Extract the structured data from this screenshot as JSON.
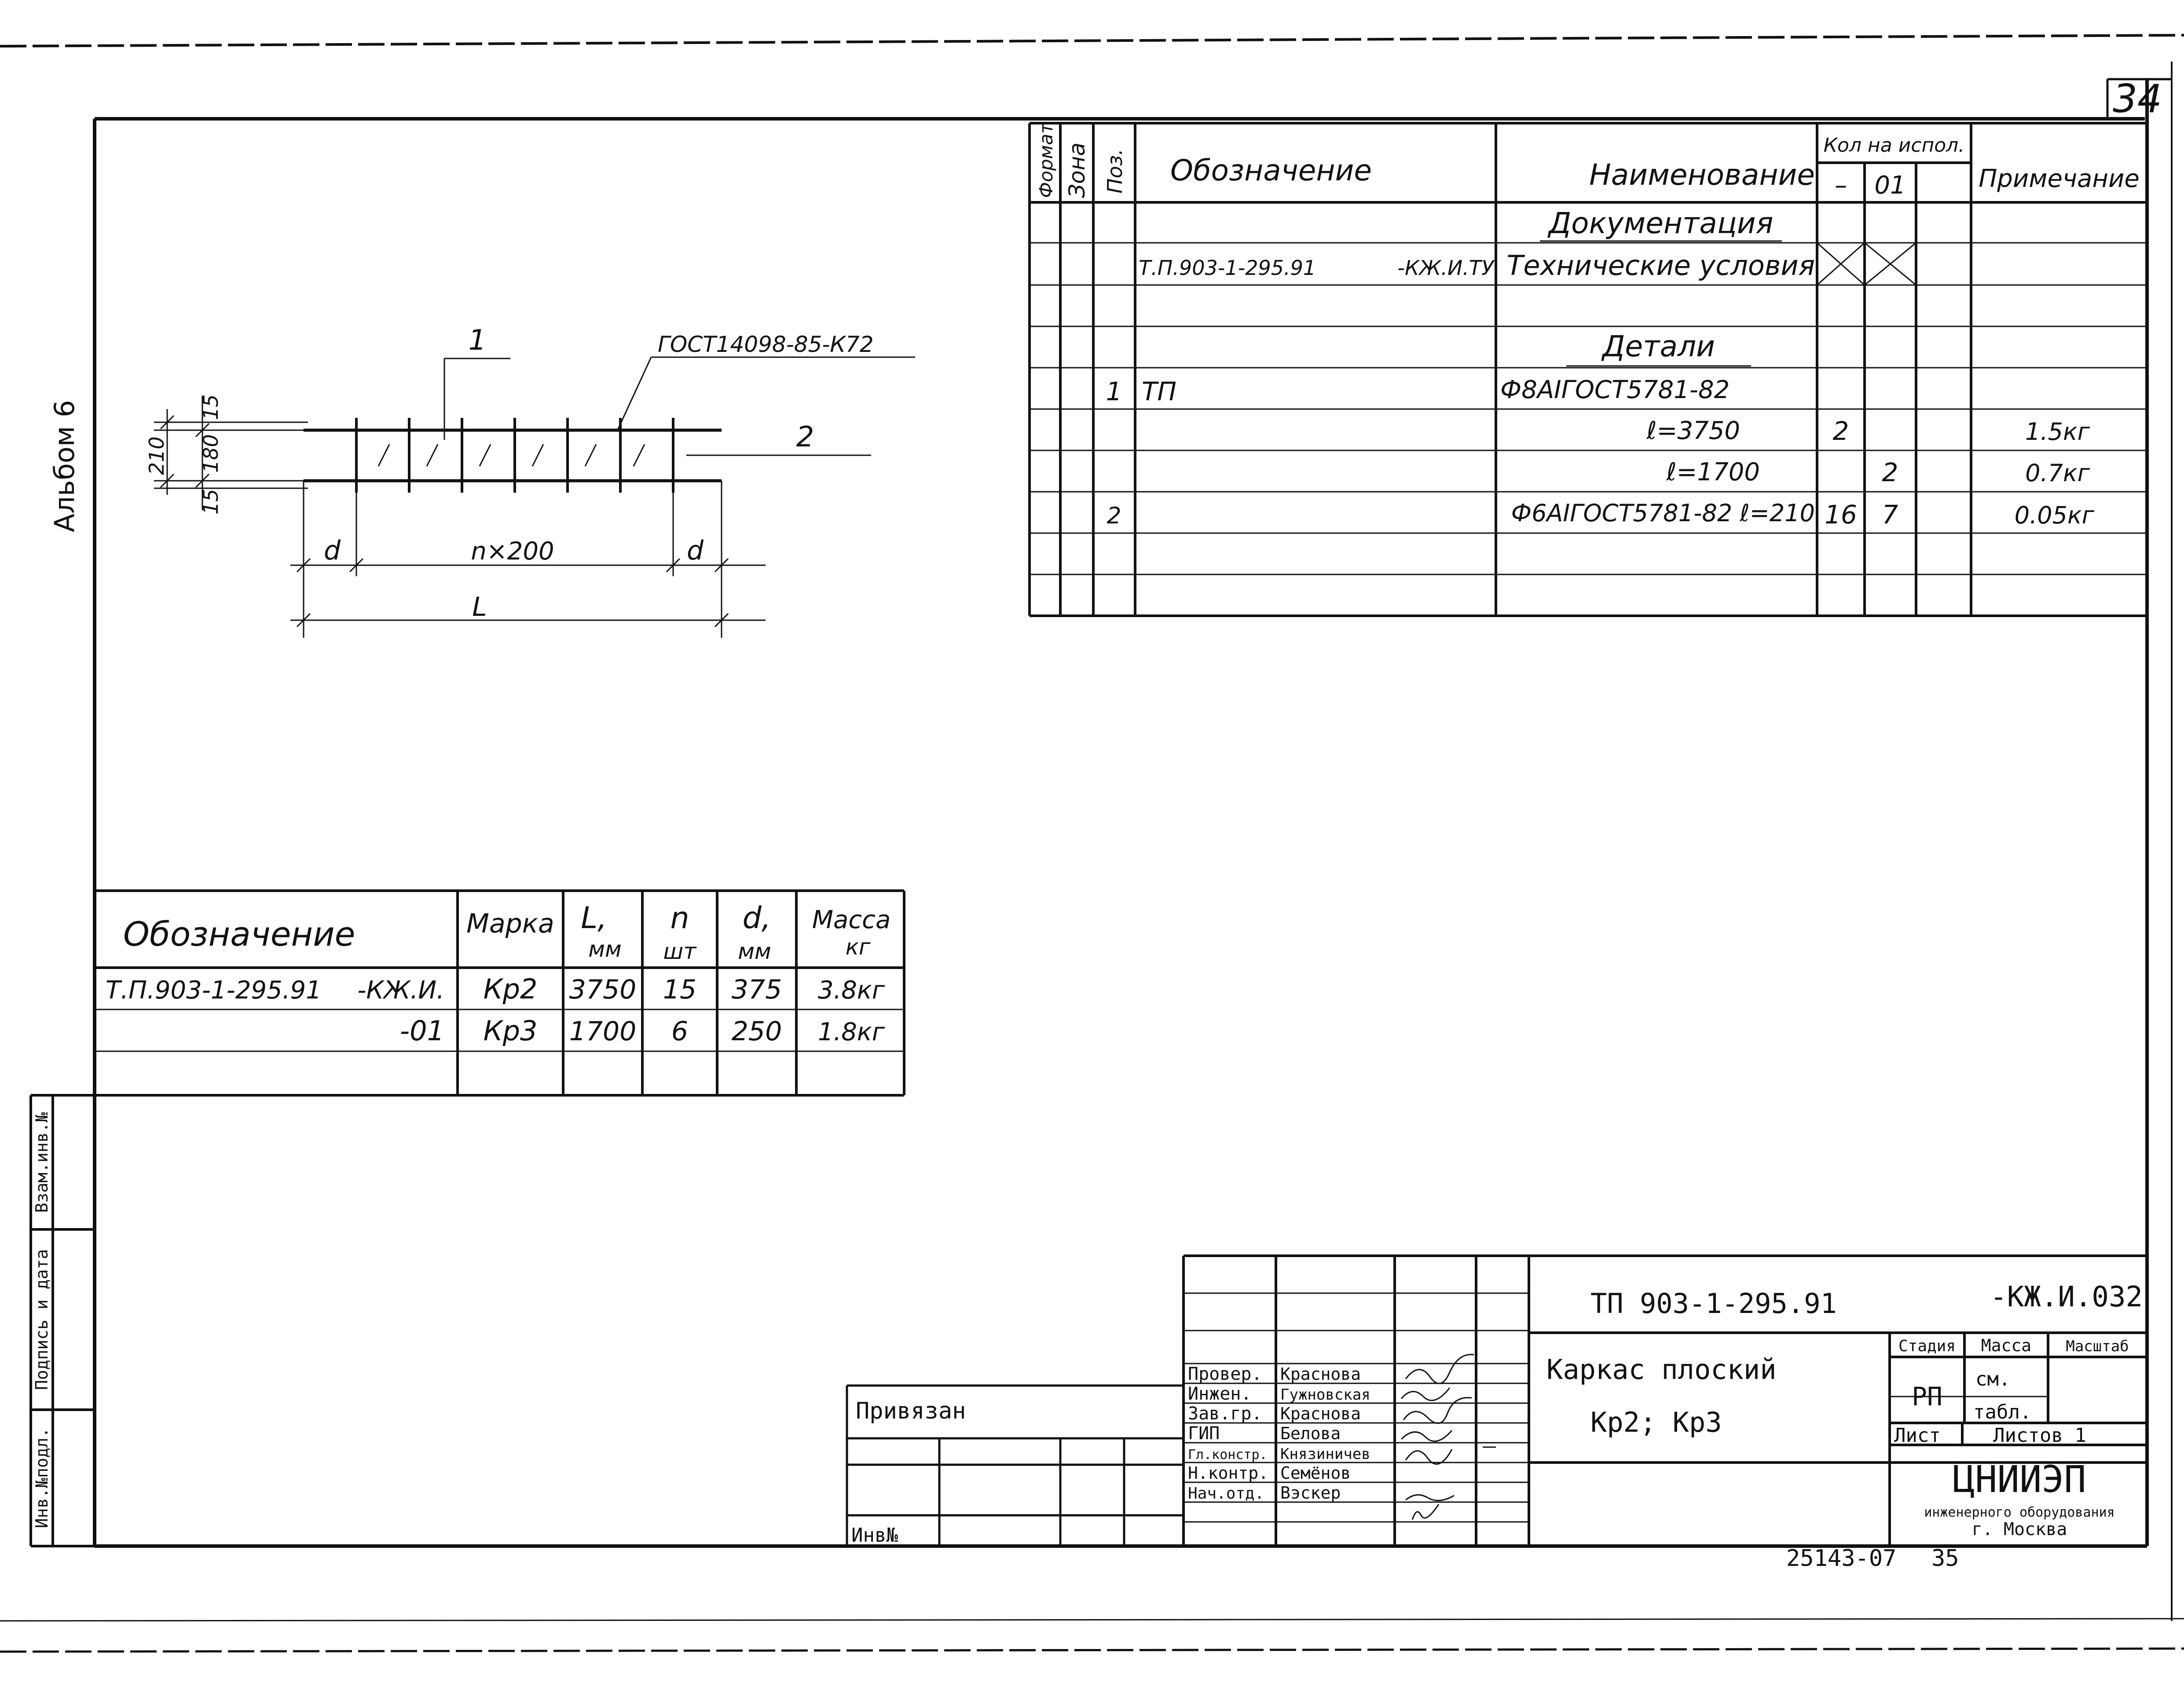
{
  "sheet": {
    "page_number": "34",
    "album_label": "Альбом 6"
  },
  "spec_table": {
    "headers": {
      "format": "Формат",
      "zone": "Зона",
      "pos": "Поз.",
      "designation": "Обозначение",
      "name": "Наименование",
      "qty_group": "Кол на испол.",
      "qty_dash": "–",
      "qty_01": "01",
      "note": "Примечание"
    },
    "section_documentation": "Документация",
    "doc_row": {
      "designation_code": "Т.П.903-1-295.91",
      "designation_suffix": "-КЖ.И.ТУ",
      "name": "Технические условия"
    },
    "section_details": "Детали",
    "rows": [
      {
        "pos": "1",
        "designation": "ТП",
        "name": "Ф8АIГОСТ5781-82",
        "qty_dash": "",
        "qty_01": "",
        "note": ""
      },
      {
        "pos": "",
        "designation": "",
        "name": "ℓ=3750",
        "qty_dash": "2",
        "qty_01": "",
        "note": "1.5кг"
      },
      {
        "pos": "",
        "designation": "",
        "name": "ℓ=1700",
        "qty_dash": "",
        "qty_01": "2",
        "note": "0.7кг"
      },
      {
        "pos": "2",
        "designation": "",
        "name": "Ф6АIГОСТ5781-82 ℓ=210",
        "qty_dash": "16",
        "qty_01": "7",
        "note": "0.05кг"
      }
    ]
  },
  "drawing": {
    "leader_1": "1",
    "leader_gost": "ГОСТ14098-85-К72",
    "label_2": "2",
    "dim_210": "210",
    "dim_15_top": "15",
    "dim_180": "180",
    "dim_15_bottom": "15",
    "dim_d_left": "d",
    "dim_nx200": "n×200",
    "dim_d_right": "d",
    "dim_L": "L"
  },
  "mark_table": {
    "headers": {
      "designation": "Обозначение",
      "mark": "Марка",
      "L_top": "L,",
      "L_unit": "мм",
      "n_top": "n",
      "n_unit": "шт",
      "d_top": "d,",
      "d_unit": "мм",
      "mass_top": "Масса",
      "mass_unit": "кг"
    },
    "rows": [
      {
        "designation_code": "Т.П.903-1-295.91",
        "designation_suffix": "-КЖ.И.",
        "mark": "Кр2",
        "L": "3750",
        "n": "15",
        "d": "375",
        "mass": "3.8кг"
      },
      {
        "designation_code": "",
        "designation_suffix": "-01",
        "mark": "Кр3",
        "L": "1700",
        "n": "6",
        "d": "250",
        "mass": "1.8кг"
      }
    ]
  },
  "side_stamp": {
    "inv_podl": "Инв.№подл.",
    "podpis_data": "Подпись и дата",
    "vzam_inv": "Взам.инв.№"
  },
  "privyazan": {
    "title": "Привязан",
    "inv_no": "Инв№"
  },
  "title_block": {
    "doc_code": "ТП 903-1-295.91",
    "doc_suffix": "-КЖ.И.032",
    "product_line1": "Каркас плоский",
    "product_line2": "Кр2; Кр3",
    "stage_label": "Стадия",
    "mass_label": "Масса",
    "scale_label": "Масштаб",
    "stage_value": "РП",
    "mass_value_line1": "см.",
    "mass_value_line2": "табл.",
    "sheet_label": "Лист",
    "sheets_label": "Листов 1",
    "org_name": "ЦНИИЭП",
    "org_line2": "инженерного оборудования",
    "org_city": "г. Москва",
    "signatures": [
      {
        "role": "Провер.",
        "name": "Краснова"
      },
      {
        "role": "Инжен.",
        "name": "Гужновская"
      },
      {
        "role": "Зав.гр.",
        "name": "Краснова"
      },
      {
        "role": "ГИП",
        "name": "Белова"
      },
      {
        "role": "Гл.констр.",
        "name": "Князиничев"
      },
      {
        "role": "Н.контр.",
        "name": "Семёнов"
      },
      {
        "role": "Нач.отд.",
        "name": "Вэскер"
      }
    ]
  },
  "footer": {
    "archive_no": "25143-07",
    "page_ref": "35"
  }
}
